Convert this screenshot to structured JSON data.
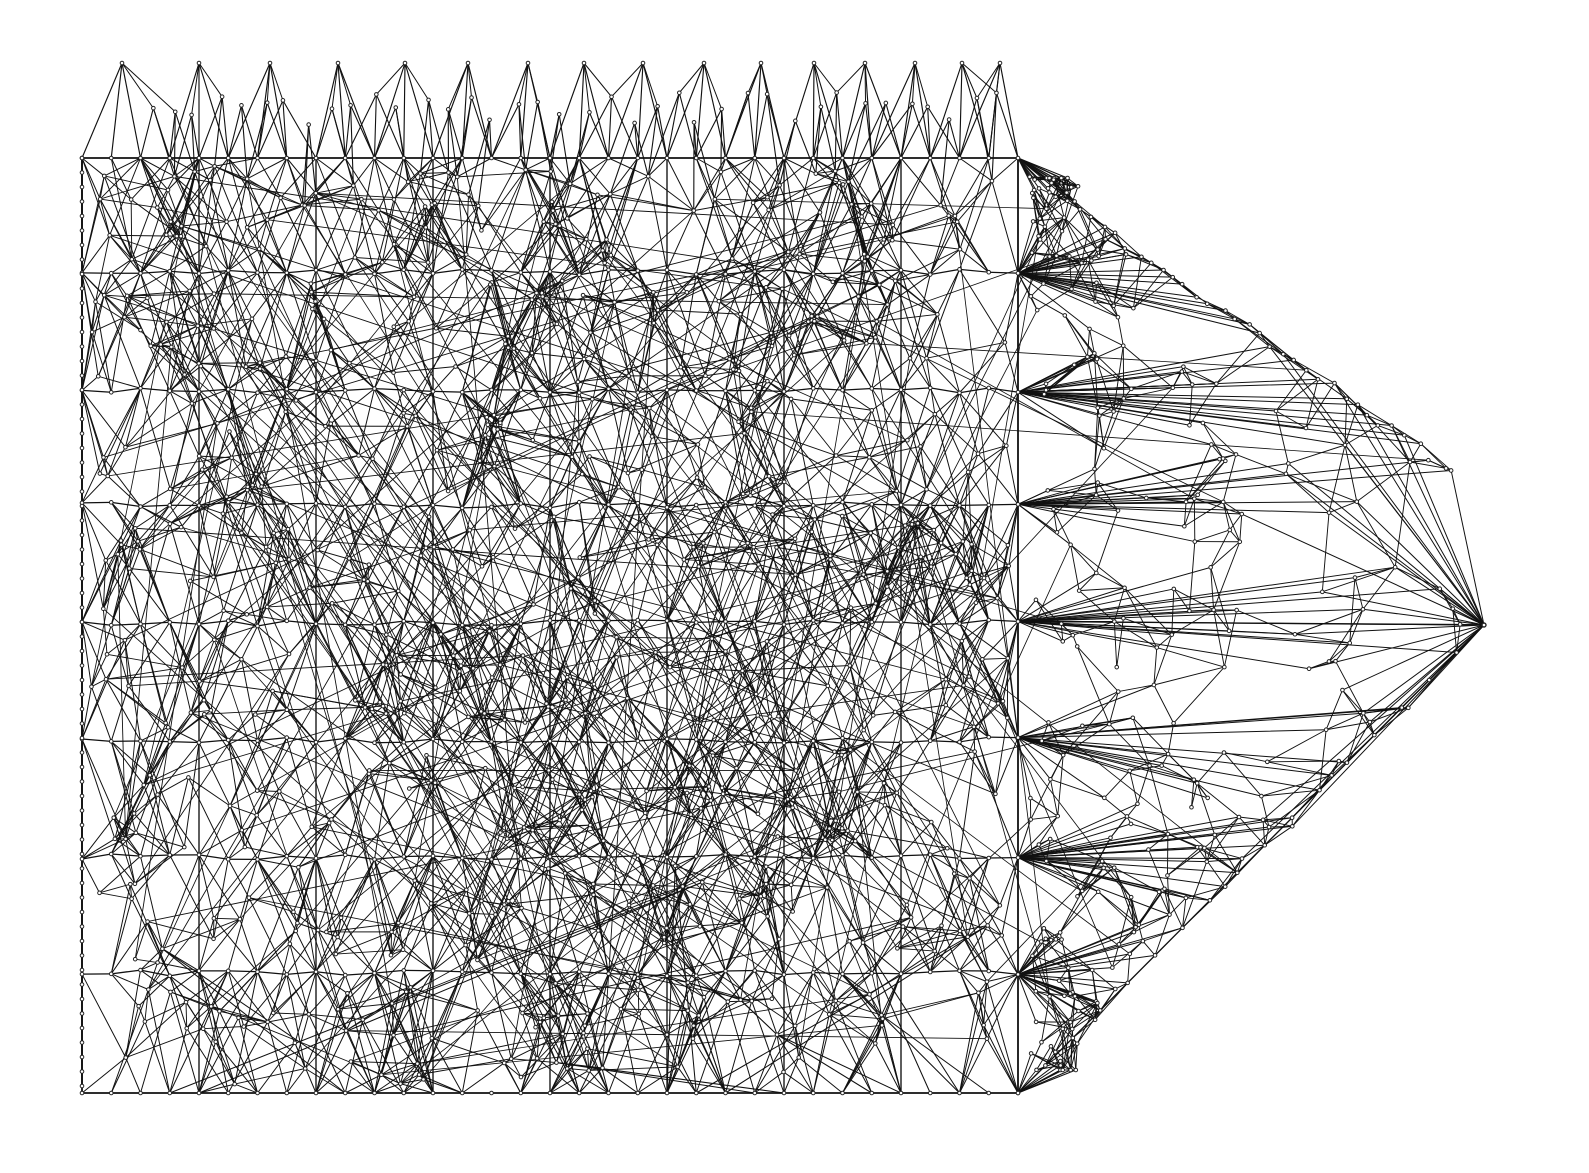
{
  "diagram": {
    "type": "node-link graph",
    "layout_style": "dense rectilinear grid with triangular fan-out connections and a tapered right-side wedge",
    "node_style": "small hollow circles",
    "edge_style": "thin straight black lines",
    "colors": {
      "background": "#ffffff",
      "edge": "#111111",
      "node_fill": "#ffffff",
      "node_stroke": "#222222"
    },
    "text_labels": []
  }
}
